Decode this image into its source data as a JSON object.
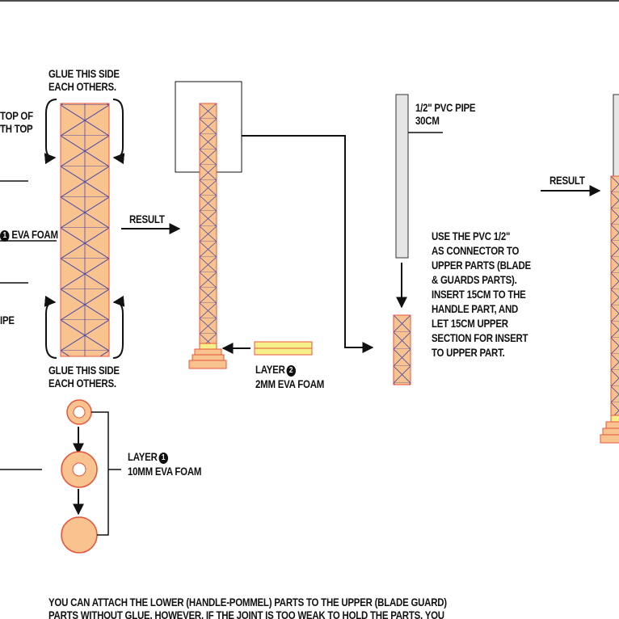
{
  "labels": {
    "glue_top": "GLUE THIS SIDE\nEACH OTHERS.",
    "glue_bottom": "GLUE THIS SIDE\nEACH OTHERS.",
    "top_of": "TOP OF\nTH TOP",
    "layer_left": "EVA FOAM",
    "layer_left_num": "1",
    "pipe_left": "IPE",
    "result_1": "RESULT",
    "result_2": "RESULT",
    "pvc_pipe": "1/2\" PVC PIPE\n30CM",
    "pvc_instructions": "USE THE PVC 1/2\"\nAS CONNECTOR TO\nUPPER PARTS (BLADE\n& GUARDS PARTS).\nINSERT 15CM TO THE\nHANDLE PART, AND\nLET 15CM UPPER\nSECTION FOR INSERT\nTO UPPER PART.",
    "layer2_word": "LAYER",
    "layer2_num": "2",
    "layer2_desc": "2MM EVA FOAM",
    "layer1_word": "LAYER",
    "layer1_num": "1",
    "layer1_desc": "10MM EVA FOAM",
    "footer_line1": "YOU CAN ATTACH THE LOWER (HANDLE-POMMEL) PARTS TO THE UPPER (BLADE GUARD)",
    "footer_line2": "PARTS WITHOUT GLUE, HOWEVER, IF THE JOINT IS TOO WEAK TO HOLD THE PARTS, YOU"
  },
  "colors": {
    "foam": "#f9c38f",
    "foam_edge": "#e8543a",
    "lattice": "#4a4aa8",
    "yellow_foam": "#f6ef8a",
    "pipe": "#e6e6e6"
  }
}
